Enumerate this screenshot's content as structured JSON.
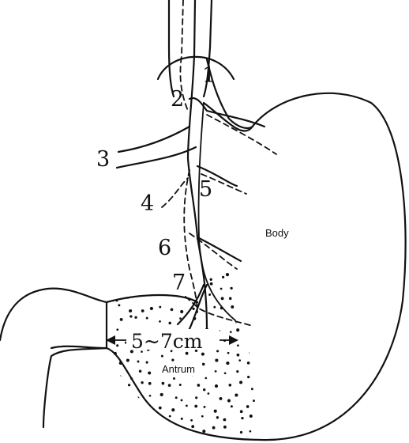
{
  "diagram": {
    "branch_numbers": [
      "1",
      "2",
      "3",
      "4",
      "5",
      "6",
      "7"
    ],
    "measurement_label": "5~7cm",
    "region_labels": {
      "body": "Body",
      "antrum": "Antrum"
    }
  }
}
